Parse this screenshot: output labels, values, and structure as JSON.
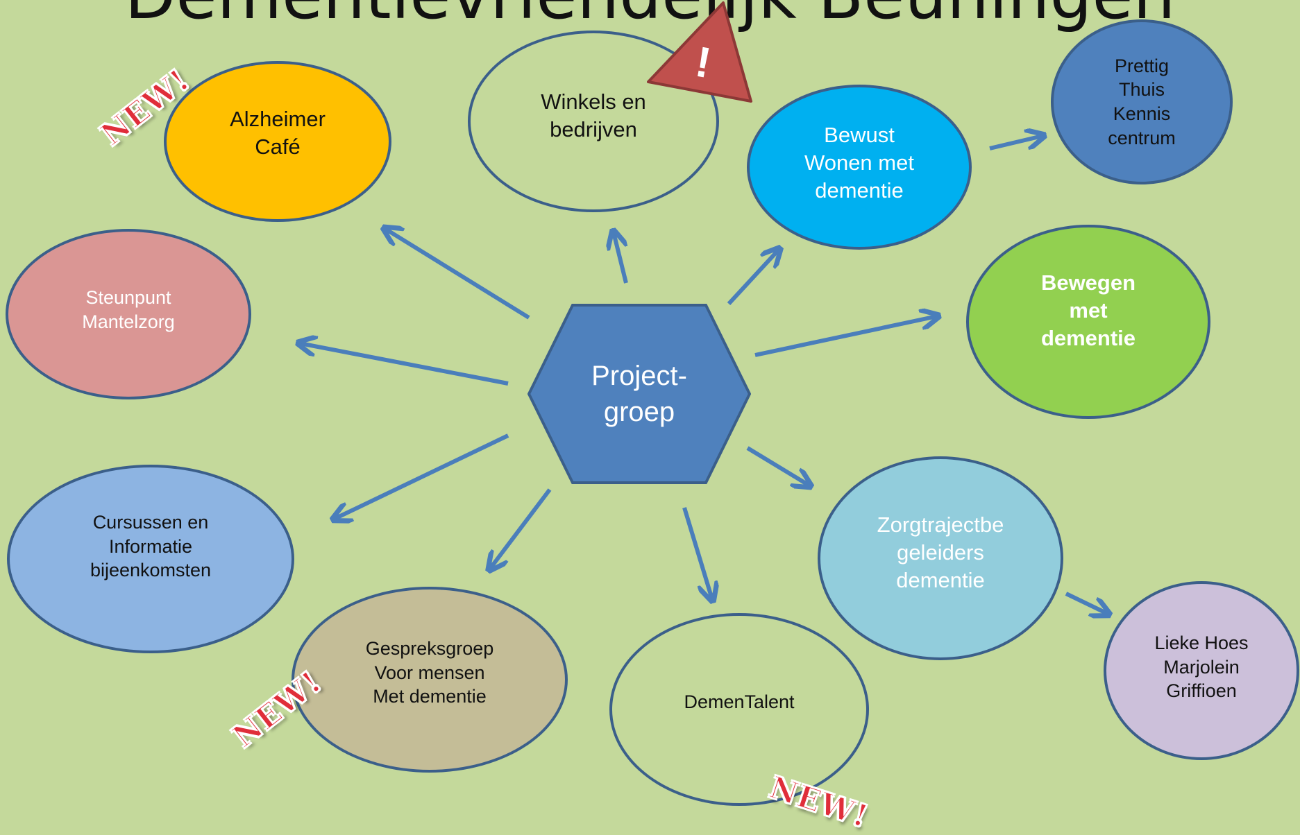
{
  "diagram": {
    "title": "Dementievriendelijk Beuningen",
    "center": "Project-\ngroep",
    "nodes": [
      {
        "id": "alzheimer-cafe",
        "label": "Alzheimer\nCafé"
      },
      {
        "id": "winkels",
        "label": "Winkels en\nbedrijven"
      },
      {
        "id": "bewust-wonen",
        "label": "Bewust\nWonen met\ndementie"
      },
      {
        "id": "prettig-thuis",
        "label": "Prettig\nThuis\nKennis\ncentrum"
      },
      {
        "id": "steunpunt",
        "label": "Steunpunt\nMantelzorg"
      },
      {
        "id": "bewegen",
        "label": "Bewegen\nmet\ndementie"
      },
      {
        "id": "cursussen",
        "label": "Cursussen en\nInformatie\nbijeenkomsten"
      },
      {
        "id": "zorgtraject",
        "label": "Zorgtrajectbe\ngeleiders\ndementie"
      },
      {
        "id": "gespreksgroep",
        "label": "Gespreksgroep\nVoor mensen\nMet dementie"
      },
      {
        "id": "dementalent",
        "label": "DemenTalent"
      },
      {
        "id": "lieke-hoes",
        "label": "Lieke Hoes\nMarjolein\nGriffioen"
      }
    ],
    "badge_text": "NEW!",
    "warning_mark": "!"
  },
  "colors": {
    "background": "#c4d99b",
    "arrow": "#4a7ebb",
    "hexagon": "#4f81bd",
    "outline": "#3b5f8a",
    "alzheimer": "#ffc000",
    "bewust": "#00b0f0",
    "prettig": "#4f81bd",
    "steunpunt": "#da9694",
    "bewegen": "#92d050",
    "cursussen": "#8db4e2",
    "zorgtraject": "#92cddc",
    "gespreksgroep": "#c4bd97",
    "lieke": "#ccc0da",
    "warning": "#c0504d",
    "badge": "#e02e3a"
  }
}
